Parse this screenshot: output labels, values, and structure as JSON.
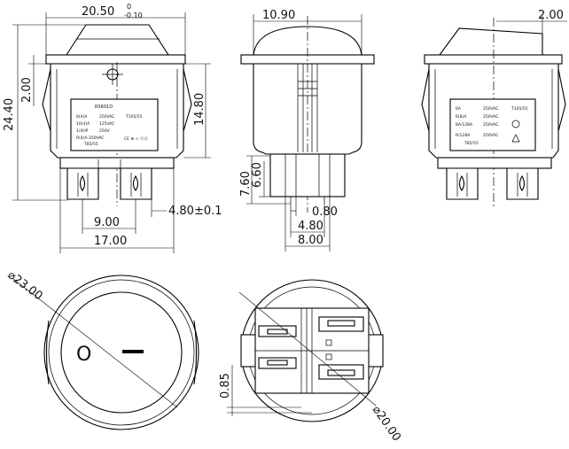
{
  "dimensions": {
    "top_width": "20.50",
    "tolerance_upper": "0",
    "tolerance_lower": "-0.10",
    "height_total": "24.40",
    "height_tab": "2.00",
    "height_body": "14.80",
    "terminal_spacing": "9.00",
    "terminal_width": "4.80±0.1",
    "base_width": "17.00",
    "side_top_width": "10.90",
    "side_pin_long": "7.60",
    "side_pin_short": "6.60",
    "pin_thickness": "0.80",
    "pin_width": "4.80",
    "pin_gap": "8.00",
    "right_top": "2.00",
    "front_diameter": "⌀23.00",
    "back_offset": "0.85",
    "back_diameter": "⌀20.00"
  },
  "front_label": {
    "model": "RS601D",
    "rows": [
      [
        "6(4)A",
        "250VAC",
        "T105/55"
      ],
      [
        "10(4)A",
        "125VAC",
        ""
      ],
      [
        "1/4HP",
        "250V",
        ""
      ],
      [
        "R(4)A 250VAC",
        "",
        ""
      ],
      [
        "T85/55",
        "",
        ""
      ]
    ],
    "marks": "CE ⊕ ⚠ ⓤⓁ"
  },
  "right_label": {
    "rows": [
      [
        "6A",
        "250VAC",
        "T105/55"
      ],
      [
        "6(8)A",
        "250VAC",
        ""
      ],
      [
        "8A/128A",
        "250VAC",
        ""
      ],
      [
        "R/128A",
        "250VAC",
        ""
      ],
      [
        "T85/55",
        "",
        ""
      ]
    ]
  },
  "rocker_symbols": {
    "off": "O",
    "on": "—"
  }
}
